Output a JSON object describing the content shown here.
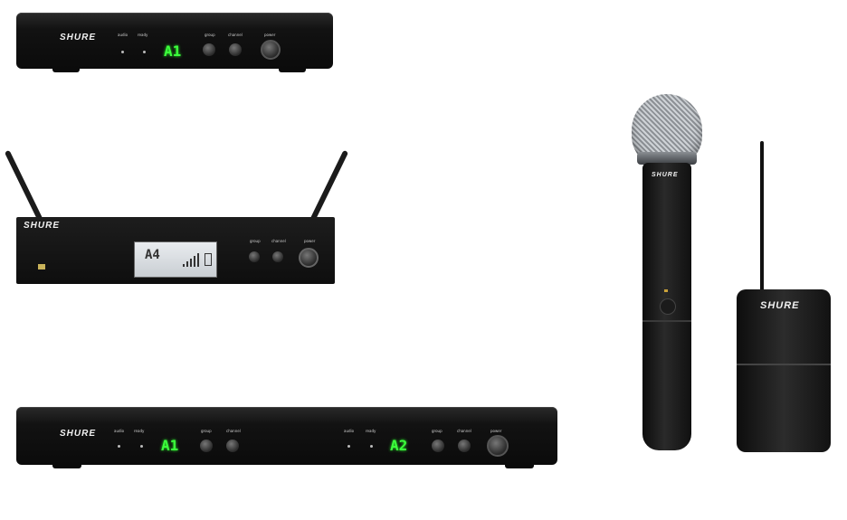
{
  "brand": "SHURE",
  "receivers": {
    "top": {
      "label_audio": "audio",
      "label_ready": "ready",
      "channel": "A1",
      "label_group": "group",
      "label_channel": "channel",
      "label_power": "power"
    },
    "rack": {
      "channel": "A4",
      "label_group": "group",
      "label_channel": "channel",
      "label_power": "power"
    },
    "dual": {
      "left": {
        "label_audio": "audio",
        "label_ready": "ready",
        "channel": "A1",
        "label_group": "group",
        "label_channel": "channel"
      },
      "right": {
        "label_audio": "audio",
        "label_ready": "ready",
        "channel": "A2",
        "label_group": "group",
        "label_channel": "channel",
        "label_power": "power"
      }
    }
  },
  "transmitters": {
    "handheld_brand": "SHURE",
    "bodypack_brand": "SHURE"
  },
  "colors": {
    "body": "#111111",
    "led_green": "#3cff3c",
    "lcd": "#dfe3e7",
    "grille": "#bfc3c7"
  }
}
